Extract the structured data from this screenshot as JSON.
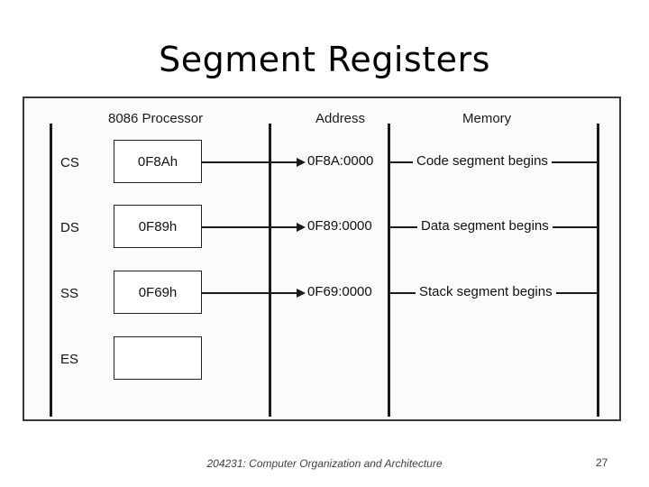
{
  "slide": {
    "title": "Segment Registers",
    "footer": "204231: Computer Organization and Architecture",
    "page_number": "27"
  },
  "diagram": {
    "headers": {
      "processor": "8086 Processor",
      "address": "Address",
      "memory": "Memory"
    },
    "registers": [
      {
        "name": "CS",
        "value": "0F8Ah",
        "address": "0F8A:0000",
        "memory": "Code segment begins"
      },
      {
        "name": "DS",
        "value": "0F89h",
        "address": "0F89:0000",
        "memory": "Data segment begins"
      },
      {
        "name": "SS",
        "value": "0F69h",
        "address": "0F69:0000",
        "memory": "Stack segment begins"
      },
      {
        "name": "ES",
        "value": "",
        "address": "",
        "memory": ""
      }
    ]
  }
}
